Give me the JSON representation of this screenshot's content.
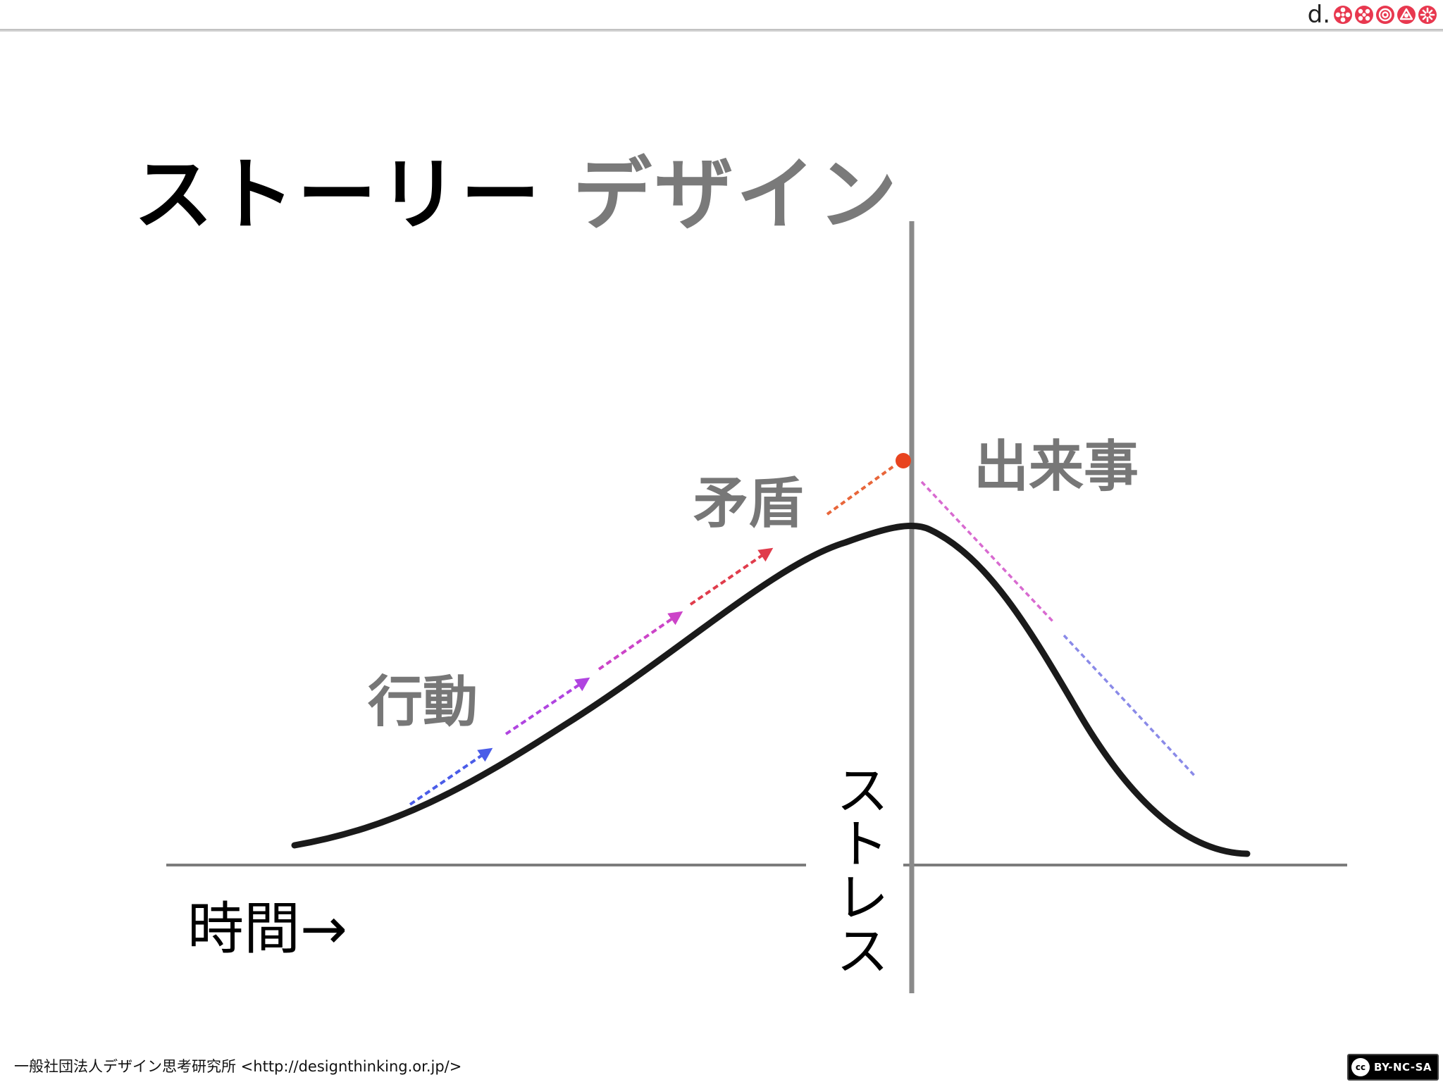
{
  "header": {
    "brand_mark": "d.",
    "brand_icons": [
      "flower-icon",
      "flower-icon",
      "spiral-icon",
      "triangle-knot-icon",
      "star-flower-icon"
    ],
    "brand_color": "#e8384f"
  },
  "slide": {
    "title_part1": "ストーリー",
    "title_part2": "デザイン"
  },
  "diagram": {
    "labels": {
      "action": "行動",
      "conflict": "矛盾",
      "event": "出来事",
      "time_axis": "時間→",
      "stress_axis": "ストレス"
    },
    "colors": {
      "curve": "#1a1a1a",
      "axis": "#7c7c7c",
      "climax_point": "#e8441f",
      "label_text": "#777777"
    },
    "arrow_colors": [
      "#4a5ce8",
      "#b044e0",
      "#cc44c8",
      "#e03c4c"
    ]
  },
  "footer": {
    "org_text": "一般社団法人デザイン思考研究所 <http://designthinking.or.jp/>",
    "license_badge_cc": "cc",
    "license_badge_text": "BY-NC-SA"
  }
}
